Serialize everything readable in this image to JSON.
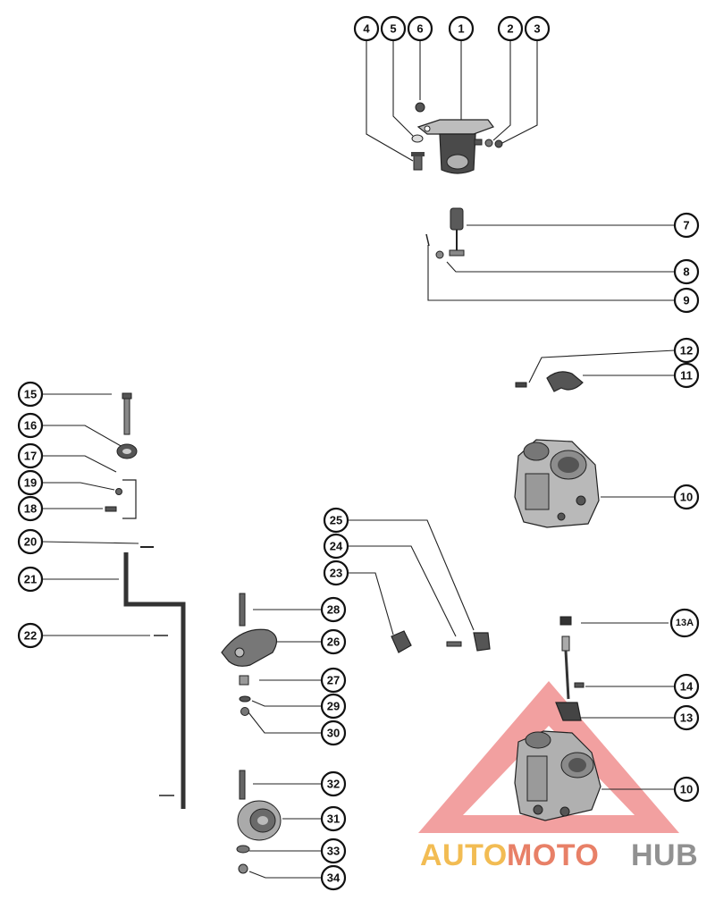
{
  "diagram": {
    "callouts": [
      {
        "id": "c1",
        "label": "1"
      },
      {
        "id": "c2",
        "label": "2"
      },
      {
        "id": "c3",
        "label": "3"
      },
      {
        "id": "c4",
        "label": "4"
      },
      {
        "id": "c5",
        "label": "5"
      },
      {
        "id": "c6",
        "label": "6"
      },
      {
        "id": "c7",
        "label": "7"
      },
      {
        "id": "c8",
        "label": "8"
      },
      {
        "id": "c9",
        "label": "9"
      },
      {
        "id": "c10a",
        "label": "10"
      },
      {
        "id": "c10b",
        "label": "10"
      },
      {
        "id": "c11",
        "label": "11"
      },
      {
        "id": "c12",
        "label": "12"
      },
      {
        "id": "c13",
        "label": "13"
      },
      {
        "id": "c13a",
        "label": "13A"
      },
      {
        "id": "c14",
        "label": "14"
      },
      {
        "id": "c15",
        "label": "15"
      },
      {
        "id": "c16",
        "label": "16"
      },
      {
        "id": "c17",
        "label": "17"
      },
      {
        "id": "c18",
        "label": "18"
      },
      {
        "id": "c19",
        "label": "19"
      },
      {
        "id": "c20",
        "label": "20"
      },
      {
        "id": "c21",
        "label": "21"
      },
      {
        "id": "c22",
        "label": "22"
      },
      {
        "id": "c23",
        "label": "23"
      },
      {
        "id": "c24",
        "label": "24"
      },
      {
        "id": "c25",
        "label": "25"
      },
      {
        "id": "c26",
        "label": "26"
      },
      {
        "id": "c27",
        "label": "27"
      },
      {
        "id": "c28",
        "label": "28"
      },
      {
        "id": "c29",
        "label": "29"
      },
      {
        "id": "c30",
        "label": "30"
      },
      {
        "id": "c31",
        "label": "31"
      },
      {
        "id": "c32",
        "label": "32"
      },
      {
        "id": "c33",
        "label": "33"
      },
      {
        "id": "c34",
        "label": "34"
      }
    ]
  },
  "watermark": {
    "part1": "AUTO",
    "part2": "MOTO",
    "part3": "HUB",
    "colors": {
      "part1": "#f2b94a",
      "part2": "#e77a5f",
      "part3": "#8c8c8c",
      "triangle": "#f08f8f"
    }
  }
}
